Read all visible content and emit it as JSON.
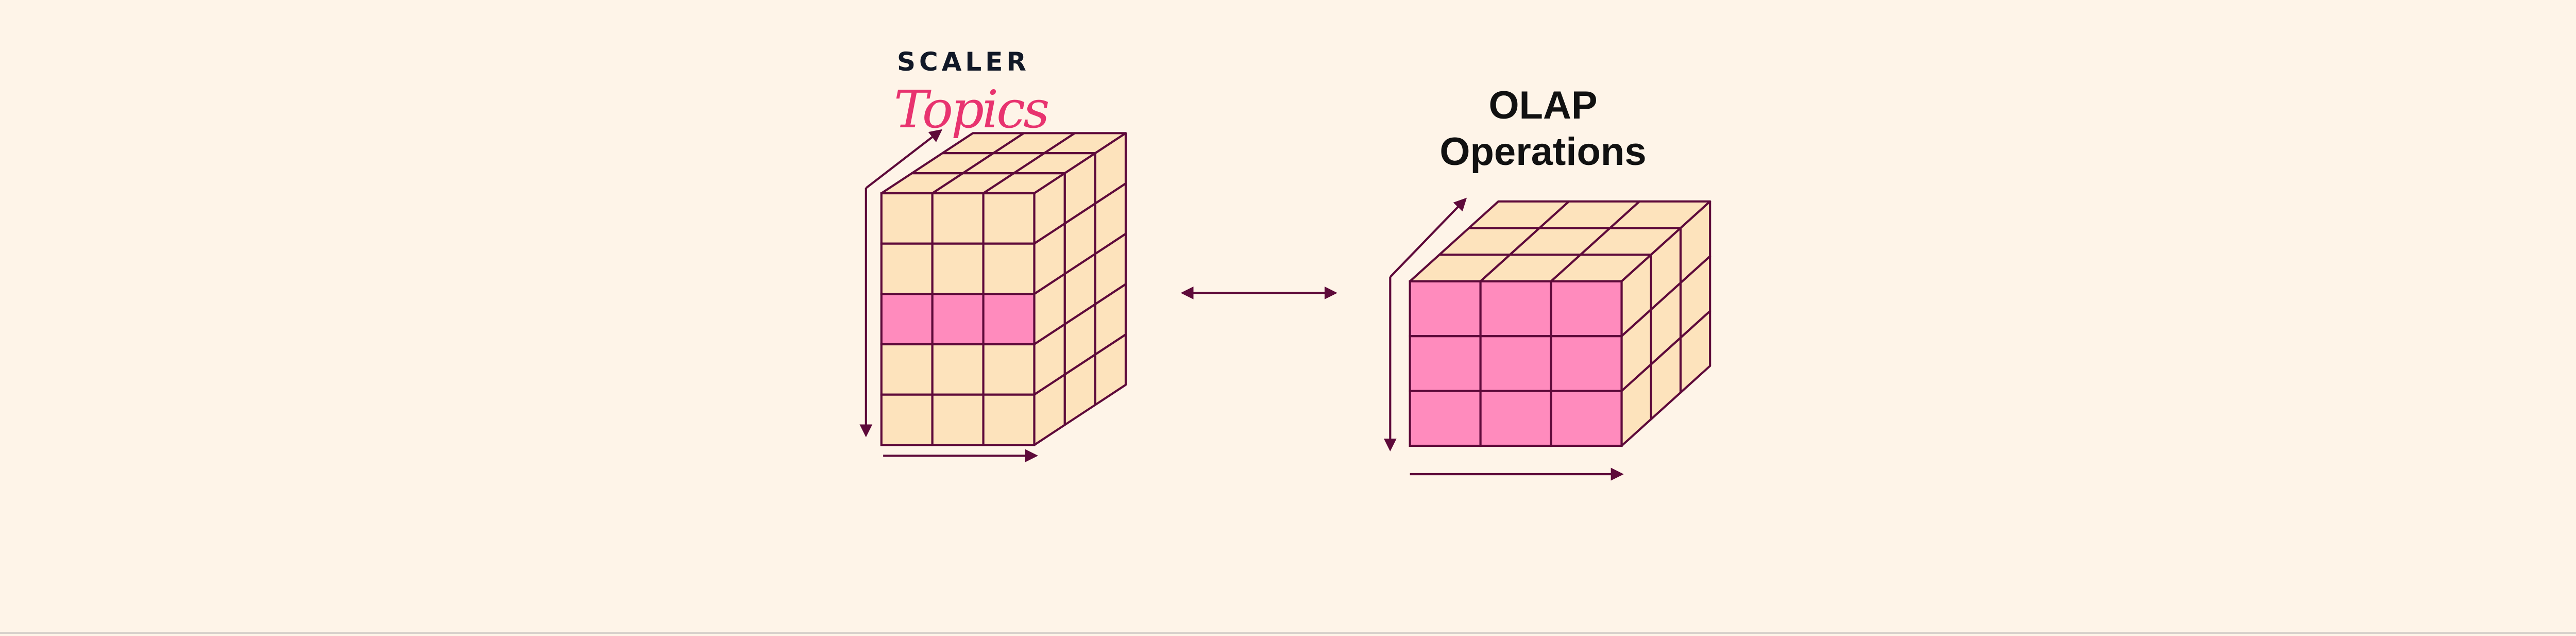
{
  "logo": {
    "line1": "SCALER",
    "line2": "Topics"
  },
  "title": "OLAP Operations",
  "colors": {
    "background": "#fef4e8",
    "stroke": "#5e0a3a",
    "cell": "#fde3bc",
    "highlight": "#ff8bbd",
    "logo_pink": "#e8336f"
  },
  "left_cube": {
    "columns": 3,
    "rows": 5,
    "depth": 3,
    "highlighted_rows": [
      2
    ]
  },
  "right_cube": {
    "columns": 3,
    "rows": 3,
    "depth": 3,
    "highlighted_rows": [
      0,
      1,
      2
    ]
  },
  "connector": "double-arrow"
}
